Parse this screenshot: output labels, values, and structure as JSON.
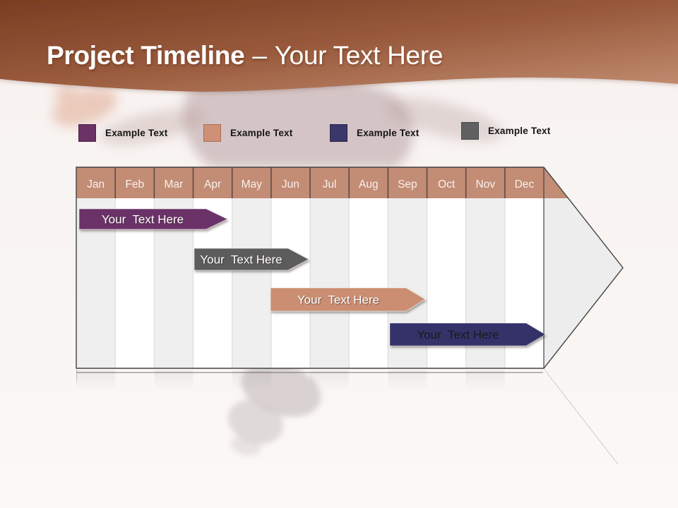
{
  "title": {
    "primary": "Project Timeline",
    "separator": "–",
    "secondary": "Your Text Here"
  },
  "legend": {
    "items": [
      {
        "label": "Example Text",
        "color": "#6B3266",
        "border": "#4E2349"
      },
      {
        "label": "Example Text",
        "color": "#CE9077",
        "border": "#AA6E52"
      },
      {
        "label": "Example Text",
        "color": "#3B3768",
        "border": "#28244E"
      },
      {
        "label": "Example Text",
        "color": "#606060",
        "border": "#454545"
      }
    ]
  },
  "timeline": {
    "months": [
      "Jan",
      "Feb",
      "Mar",
      "Apr",
      "May",
      "Jun",
      "Jul",
      "Aug",
      "Sep",
      "Oct",
      "Nov",
      "Dec"
    ],
    "header_color": "#C38C75",
    "header_text_color": "#F8F1ED",
    "bars": [
      {
        "label": "Your  Text Here",
        "color": "#6A3067",
        "text_color": "#FFFFFF",
        "start_month": "Jan",
        "end_month": "Apr"
      },
      {
        "label": "Your  Text Here",
        "color": "#5C5C5C",
        "text_color": "#FFFFFF",
        "start_month": "Apr",
        "end_month": "Jun"
      },
      {
        "label": "Your  Text Here",
        "color": "#CB8E72",
        "text_color": "#FFFFFF",
        "start_month": "Jun",
        "end_month": "Sep"
      },
      {
        "label": "Your  Text Here",
        "color": "#36326A",
        "text_color": "#1A1A1A",
        "start_month": "Sep",
        "end_month": "Dec"
      }
    ]
  },
  "theme": {
    "band_dark": "#7A3D22",
    "band_mid": "#98593B",
    "band_light": "#C08A6E",
    "page_bg": "#F7F1EF",
    "stripe": "#EFEFEF",
    "triangle_fill": "#ECEDEC",
    "outline": "#434343",
    "header_divider": "#5F4A41",
    "body_divider": "#DEDCDB"
  }
}
